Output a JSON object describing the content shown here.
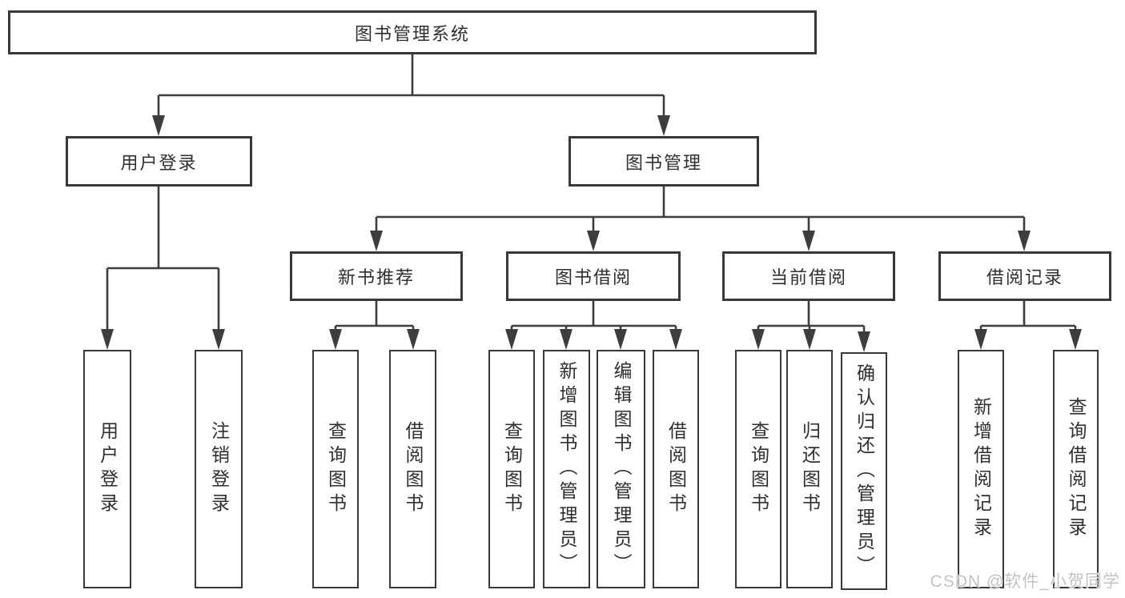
{
  "diagram": {
    "type": "hierarchy-tree",
    "root": {
      "label": "图书管理系统",
      "children": [
        {
          "label": "用户登录",
          "children": [
            {
              "label": "用户登录"
            },
            {
              "label": "注销登录"
            }
          ]
        },
        {
          "label": "图书管理",
          "children": [
            {
              "label": "新书推荐",
              "children": [
                {
                  "label": "查询图书"
                },
                {
                  "label": "借阅图书"
                }
              ]
            },
            {
              "label": "图书借阅",
              "children": [
                {
                  "label": "查询图书"
                },
                {
                  "label": "新增图书（管理员）"
                },
                {
                  "label": "编辑图书（管理员）"
                },
                {
                  "label": "借阅图书"
                }
              ]
            },
            {
              "label": "当前借阅",
              "children": [
                {
                  "label": "查询图书"
                },
                {
                  "label": "归还图书"
                },
                {
                  "label": "确认归还（管理员）"
                }
              ]
            },
            {
              "label": "借阅记录",
              "children": [
                {
                  "label": "新增借阅记录"
                },
                {
                  "label": "查询借阅记录"
                }
              ]
            }
          ]
        }
      ]
    }
  },
  "colors": {
    "line": "#3d3d3d",
    "box_border": "#383838",
    "text": "#2f2f2f",
    "watermark": "#c2c2c2",
    "background": "#ffffff"
  },
  "watermark": {
    "text": "CSDN @软件_小贺同学"
  }
}
